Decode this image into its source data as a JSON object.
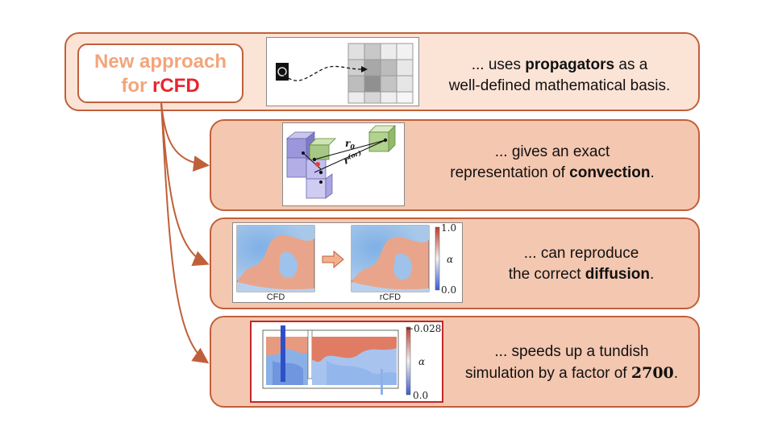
{
  "title": {
    "line1": "New approach",
    "line2_prefix": "for ",
    "line2_highlight": "rCFD"
  },
  "rows": [
    {
      "prefix": "... uses ",
      "bold": "propagators",
      "suffix": " as a",
      "line2": "well-defined mathematical basis."
    },
    {
      "line1": "... gives an exact",
      "prefix": "representation of ",
      "bold": "convection",
      "suffix": "."
    },
    {
      "line1": "... can reproduce",
      "prefix": "the correct ",
      "bold": "diffusion",
      "suffix": "."
    },
    {
      "line1": "... speeds up a tundish",
      "prefix": "simulation by a factor of ",
      "bold": "2700",
      "suffix": "."
    }
  ],
  "convection_figure": {
    "label_r0": "r",
    "label_r0_sub": "0",
    "label_ror": "r",
    "label_ror_sup": "(or)"
  },
  "diffusion_figure": {
    "caption_left": "CFD",
    "caption_right": "rCFD",
    "colorbar_max": "1.0",
    "colorbar_min": "0.0",
    "colorbar_label": "α"
  },
  "tundish_figure": {
    "colorbar_max": "0.028",
    "colorbar_min": "0.0",
    "colorbar_label": "α"
  },
  "colors": {
    "accent": "#c0603a",
    "highlight": "#e8252e",
    "title_orange": "#f2a57c"
  }
}
